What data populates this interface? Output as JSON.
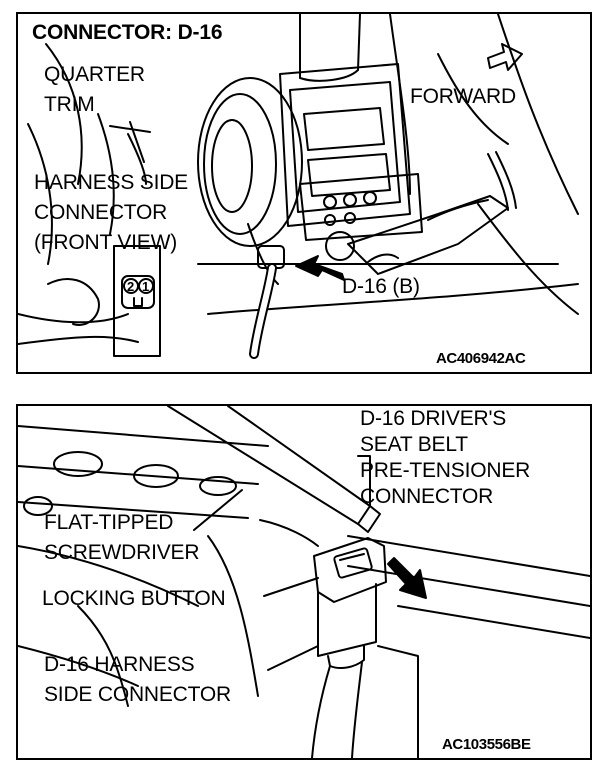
{
  "top_panel": {
    "title": "CONNECTOR: D-16",
    "labels": {
      "quarter_trim_line1": "QUARTER",
      "quarter_trim_line2": "TRIM",
      "forward": "FORWARD",
      "harness_line1": "HARNESS SIDE",
      "harness_line2": "CONNECTOR",
      "harness_line3": "(FRONT VIEW)",
      "d16b": "D-16 (B)"
    },
    "pins": [
      "2",
      "1"
    ],
    "code": "AC406942AC"
  },
  "bottom_panel": {
    "labels": {
      "pretensioner_line1": "D-16 DRIVER'S",
      "pretensioner_line2": "SEAT BELT",
      "pretensioner_line3": "PRE-TENSIONER",
      "pretensioner_line4": "CONNECTOR",
      "screwdriver_line1": "FLAT-TIPPED",
      "screwdriver_line2": "SCREWDRIVER",
      "locking_button": "LOCKING BUTTON",
      "harness_line1": "D-16 HARNESS",
      "harness_line2": "SIDE CONNECTOR"
    },
    "code": "AC103556BE"
  }
}
